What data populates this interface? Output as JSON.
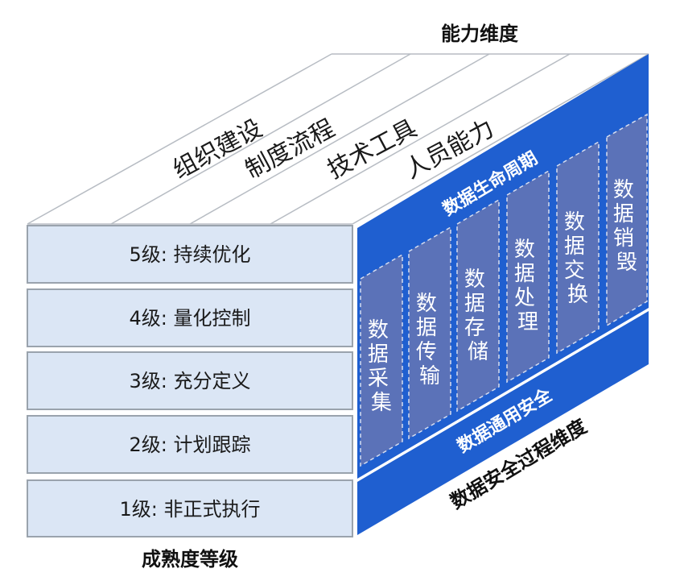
{
  "diagram": {
    "capability_title": "能力维度",
    "maturity_title": "成熟度等级",
    "process_title": "数据安全过程维度",
    "lifecycle_title": "数据生命周期",
    "general_security": "数据通用安全",
    "capabilities": [
      "组织建设",
      "制度流程",
      "技术工具",
      "人员能力"
    ],
    "levels": [
      "5级: 持续优化",
      "4级: 量化控制",
      "3级: 充分定义",
      "2级: 计划跟踪",
      "1级: 非正式执行"
    ],
    "stages": [
      {
        "chars": [
          "数",
          "据",
          "采",
          "集"
        ]
      },
      {
        "chars": [
          "数",
          "据",
          "传",
          "输"
        ]
      },
      {
        "chars": [
          "数",
          "据",
          "存",
          "储"
        ]
      },
      {
        "chars": [
          "数",
          "据",
          "处",
          "理"
        ]
      },
      {
        "chars": [
          "数",
          "据",
          "交",
          "换"
        ]
      },
      {
        "chars": [
          "数",
          "据",
          "销",
          "毁"
        ]
      }
    ],
    "colors": {
      "level_fill": "#dbe6f5",
      "level_stroke": "#9aa3ad",
      "side_blue": "#1f5fd0",
      "stage_fill": "#5b72b8",
      "top_line": "#b7bcc3"
    }
  }
}
